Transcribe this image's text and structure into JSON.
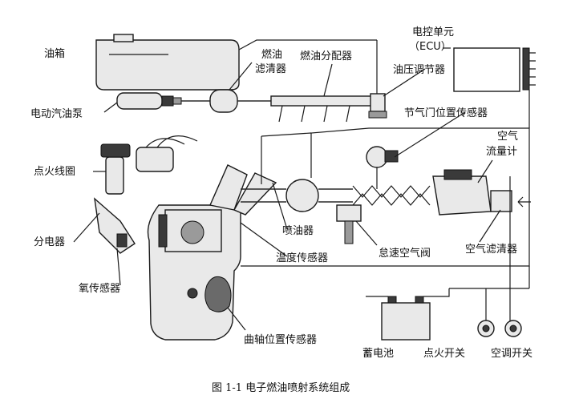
{
  "labels": {
    "fuel_tank": "油箱",
    "fuel_filter_1": "燃油",
    "fuel_filter_2": "滤清器",
    "fuel_distributor": "燃油分配器",
    "ecu_1": "电控单元",
    "ecu_2": "（ECU）",
    "pressure_regulator": "油压调节器",
    "electric_pump": "电动汽油泵",
    "throttle_sensor": "节气门位置传感器",
    "ignition_coil": "点火线圈",
    "airflow_1": "空气",
    "airflow_2": "流量计",
    "distributor": "分电器",
    "injector": "喷油器",
    "idle_valve": "怠速空气阀",
    "air_filter": "空气滤清器",
    "oxygen_sensor": "氧传感器",
    "temp_sensor": "温度传感器",
    "crank_sensor": "曲轴位置传感器",
    "battery": "蓄电池",
    "ignition_switch": "点火开关",
    "ac_switch": "空调开关"
  },
  "caption": "图 1-1 电子燃油喷射系统组成"
}
